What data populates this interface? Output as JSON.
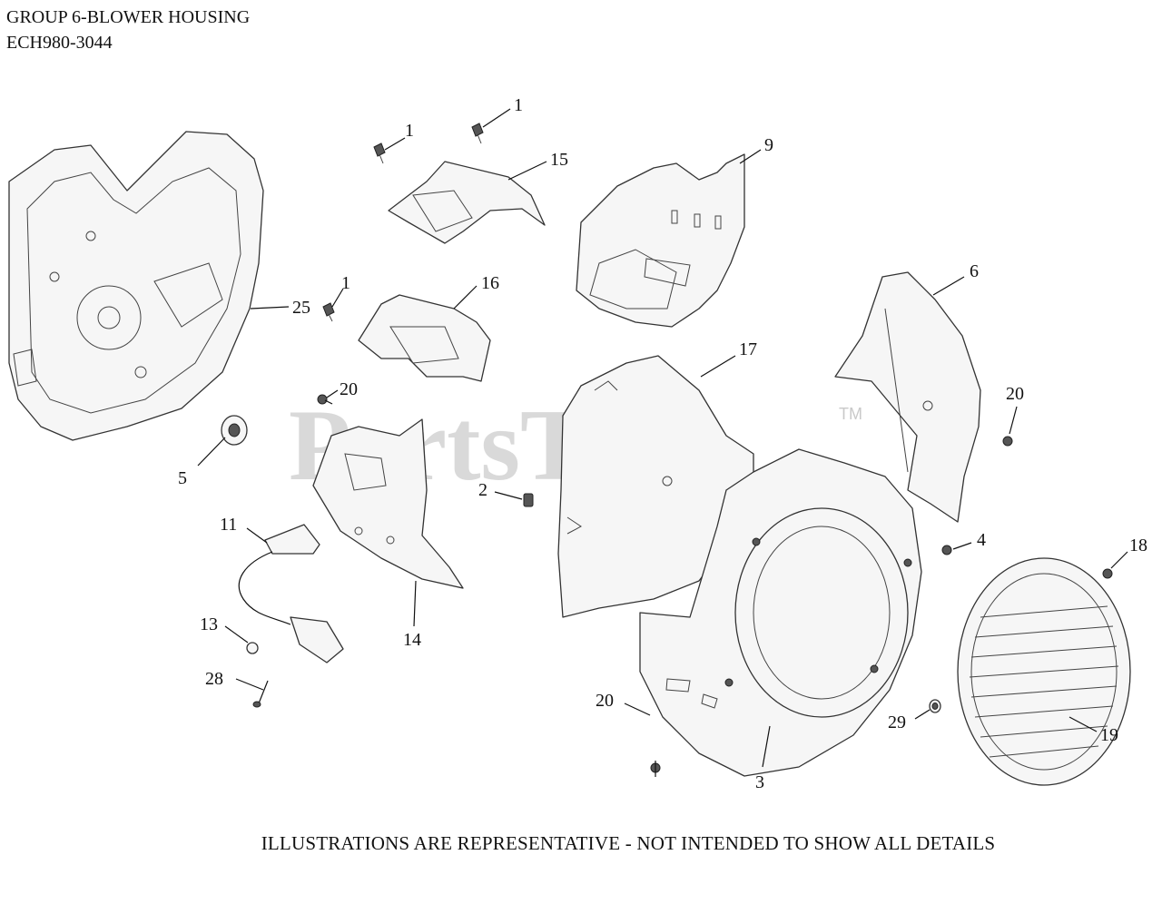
{
  "header": {
    "title": "GROUP 6-BLOWER HOUSING",
    "model": "ECH980-3044"
  },
  "footer": {
    "note": "ILLUSTRATIONS ARE REPRESENTATIVE - NOT INTENDED TO SHOW ALL DETAILS"
  },
  "watermark": {
    "text": "PartsTree",
    "tm": "TM"
  },
  "callouts": [
    "25",
    "5",
    "1",
    "15",
    "1",
    "16",
    "1",
    "20",
    "11",
    "14",
    "13",
    "28",
    "2",
    "9",
    "17",
    "6",
    "20",
    "4",
    "18",
    "3",
    "20",
    "29",
    "19"
  ]
}
